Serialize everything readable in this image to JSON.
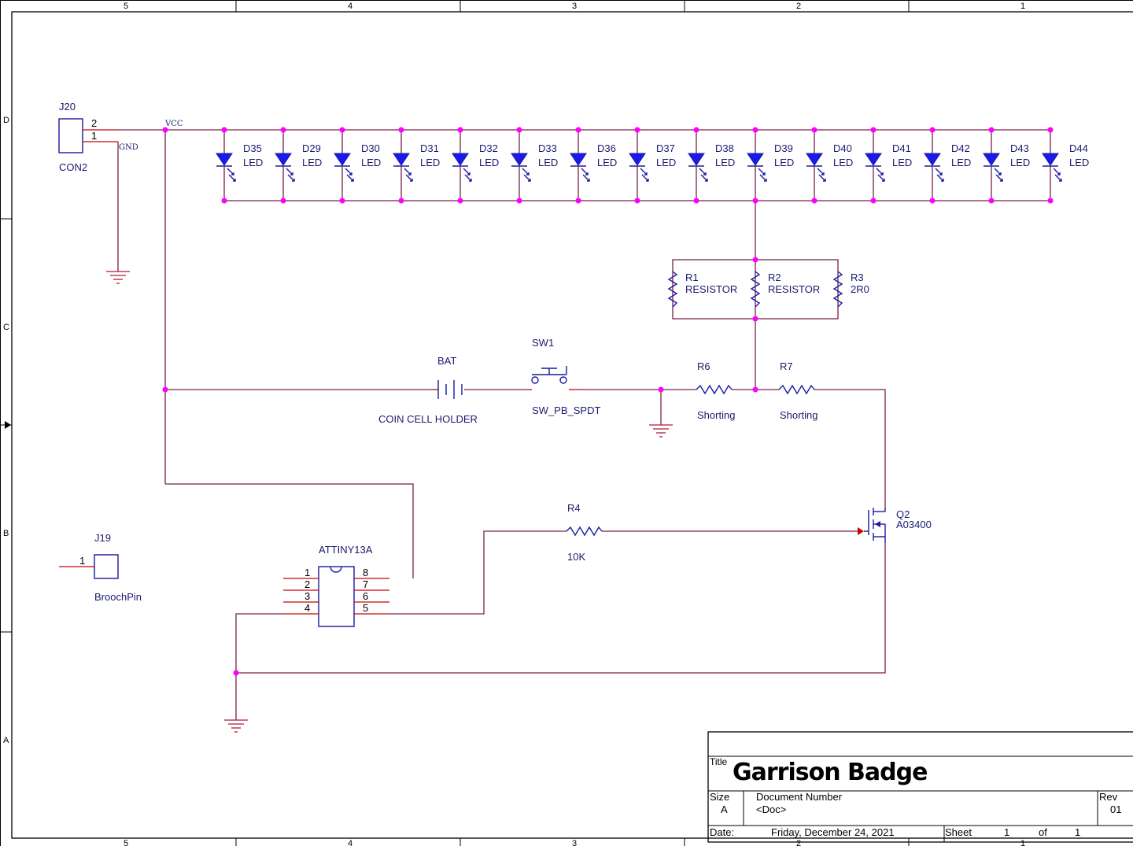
{
  "border": {
    "cols": [
      "5",
      "4",
      "3",
      "2",
      "1"
    ],
    "rows": [
      "D",
      "C",
      "B",
      "A"
    ]
  },
  "labels": {
    "vcc": "VCC",
    "gnd": "GND"
  },
  "connectors": {
    "j20": {
      "ref": "J20",
      "value": "CON2",
      "pin1": "1",
      "pin2": "2"
    },
    "j19": {
      "ref": "J19",
      "value": "BroochPin",
      "pin1": "1"
    }
  },
  "leds": [
    {
      "ref": "D35",
      "value": "LED"
    },
    {
      "ref": "D29",
      "value": "LED"
    },
    {
      "ref": "D30",
      "value": "LED"
    },
    {
      "ref": "D31",
      "value": "LED"
    },
    {
      "ref": "D32",
      "value": "LED"
    },
    {
      "ref": "D33",
      "value": "LED"
    },
    {
      "ref": "D36",
      "value": "LED"
    },
    {
      "ref": "D37",
      "value": "LED"
    },
    {
      "ref": "D38",
      "value": "LED"
    },
    {
      "ref": "D39",
      "value": "LED"
    },
    {
      "ref": "D40",
      "value": "LED"
    },
    {
      "ref": "D41",
      "value": "LED"
    },
    {
      "ref": "D42",
      "value": "LED"
    },
    {
      "ref": "D43",
      "value": "LED"
    },
    {
      "ref": "D44",
      "value": "LED"
    }
  ],
  "resistors": {
    "r1": {
      "ref": "R1",
      "value": "RESISTOR"
    },
    "r2": {
      "ref": "R2",
      "value": "RESISTOR"
    },
    "r3": {
      "ref": "R3",
      "value": "2R0"
    },
    "r6": {
      "ref": "R6",
      "value": "Shorting"
    },
    "r7": {
      "ref": "R7",
      "value": "Shorting"
    },
    "r4": {
      "ref": "R4",
      "value": "10K"
    }
  },
  "battery": {
    "ref": "BAT",
    "value": "COIN CELL HOLDER"
  },
  "switch": {
    "ref": "SW1",
    "value": "SW_PB_SPDT"
  },
  "mcu": {
    "ref": "ATTINY13A",
    "pins_left": [
      "1",
      "2",
      "3",
      "4"
    ],
    "pins_right": [
      "8",
      "7",
      "6",
      "5"
    ]
  },
  "mosfet": {
    "ref": "Q2",
    "value": "A03400"
  },
  "titleblock": {
    "title_label": "Title",
    "title": "Garrison Badge",
    "size_label": "Size",
    "size": "A",
    "docnum_label": "Document Number",
    "docnum": "<Doc>",
    "rev_label": "Rev",
    "rev": "01",
    "date_label": "Date:",
    "date": "Friday, December 24, 2021",
    "sheet_label": "Sheet",
    "sheet": "1",
    "of_label": "of",
    "sheets": "1"
  }
}
